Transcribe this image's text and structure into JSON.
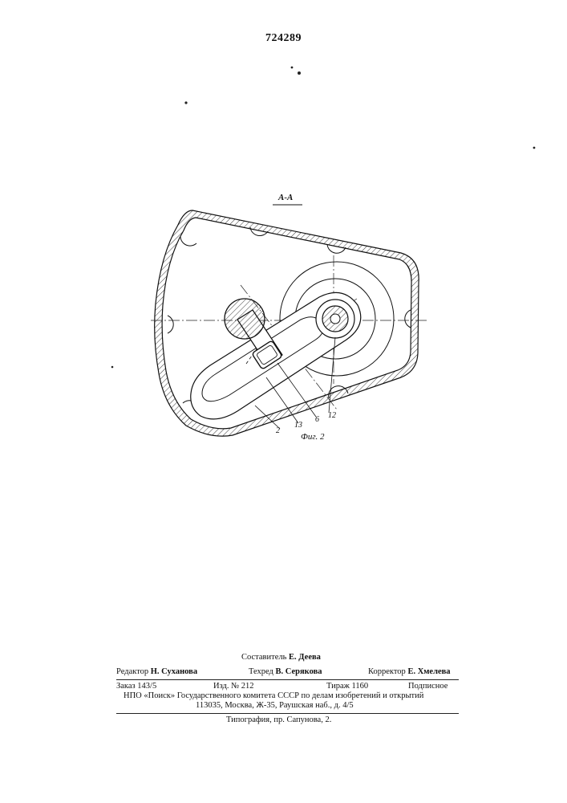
{
  "patent_number": "724289",
  "drawing": {
    "section_label": "А-А",
    "callouts": [
      "2",
      "13",
      "6",
      "12"
    ],
    "figure_caption": "Фиг. 2"
  },
  "imprint": {
    "compiler_label": "Составитель",
    "compiler_name": "Е. Деева",
    "editor_label": "Редактор",
    "editor_name": "Н. Суханова",
    "techred_label": "Техред",
    "techred_name": "В. Серякова",
    "corrector_label": "Корректор",
    "corrector_name": "Е. Хмелева",
    "order": "Заказ 143/5",
    "issue": "Изд. № 212",
    "circulation": "Тираж 1160",
    "subscription": "Подписное",
    "org_line": "НПО «Поиск» Государственного комитета СССР по делам изобретений и открытий",
    "address_line": "113035, Москва, Ж-35, Раушская наб., д. 4/5",
    "printer_line": "Типография, пр. Сапунова, 2."
  }
}
